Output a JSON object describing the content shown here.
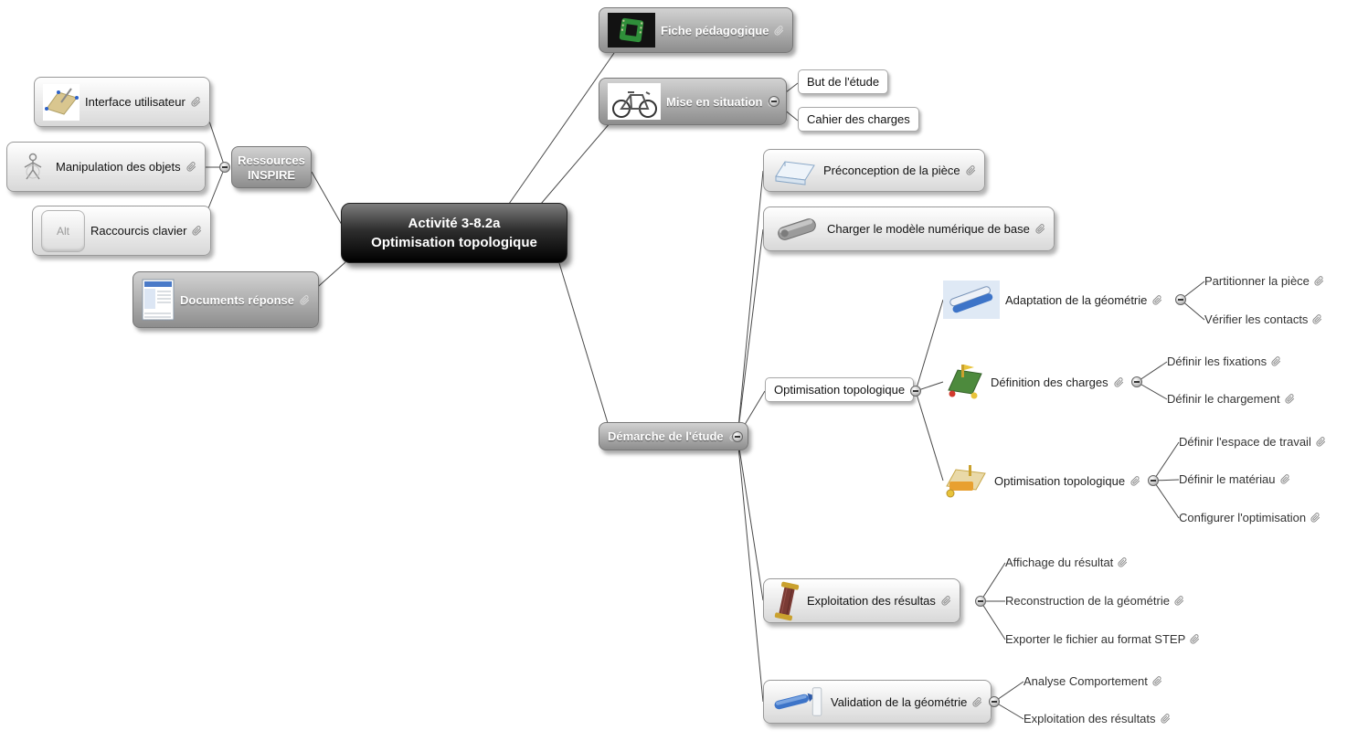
{
  "colors": {
    "canvas": "#ffffff",
    "center_node_top": "#7d7d7d",
    "center_node_bottom": "#000000",
    "gray_node_top": "#d2d2d2",
    "gray_node_bottom": "#8d8d8d",
    "connector_line": "#4a4a4a"
  },
  "icons": {
    "link": "paperclip",
    "collapse": "minus-circle"
  },
  "nodes": {
    "center1": "Activité 3-8.2a",
    "center2": "Optimisation topologique",
    "ressources1": "Ressources",
    "ressources2": "INSPIRE",
    "interface": "Interface utilisateur",
    "manipulation": "Manipulation des objets",
    "raccourcis": "Raccourcis clavier",
    "alt": "Alt",
    "documents": "Documents réponse",
    "fiche": "Fiche pédagogique",
    "mise": "Mise en situation",
    "but": "But de l'étude",
    "cahier": "Cahier des charges",
    "demarche": "Démarche de l'étude",
    "preconception": "Préconception de la pièce",
    "charger": "Charger le modèle numérique de base",
    "opt_topo": "Optimisation topologique",
    "adaptation": "Adaptation de la géométrie",
    "partitionner": "Partitionner la pièce",
    "verifier": "Vérifier les contacts",
    "def_charges": "Définition des charges",
    "fixations": "Définir les fixations",
    "chargement": "Définir le chargement",
    "opt_topo_icon": "Optimisation topologique",
    "espace": "Définir l'espace de travail",
    "materiau": "Définir le matériau",
    "configurer": "Configurer l'optimisation",
    "exploitation": "Exploitation des résultas",
    "affichage": "Affichage du résultat",
    "reconstruction": "Reconstruction de la géométrie",
    "exporter": "Exporter le fichier au format STEP",
    "validation": "Validation de la géométrie",
    "analyse": "Analyse Comportement",
    "exploitation2": "Exploitation des résultats"
  }
}
